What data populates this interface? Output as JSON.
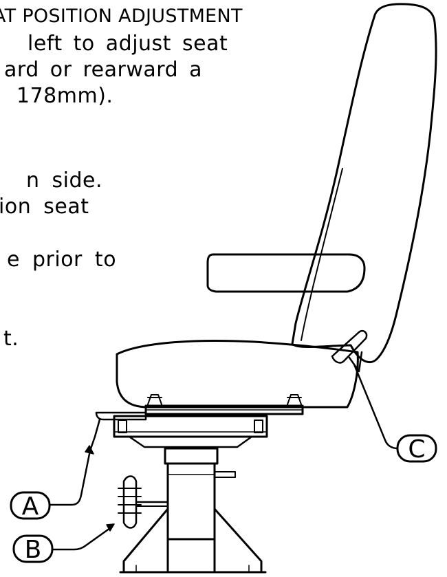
{
  "text_lines": [
    "AT POSITION ADJUSTMENT",
    "left to adjust seat",
    "ard or rearward a",
    "178mm).",
    "n side.",
    "ion seat",
    "e prior to",
    "t."
  ],
  "callouts": {
    "a": "A",
    "b": "B",
    "c": "C"
  }
}
